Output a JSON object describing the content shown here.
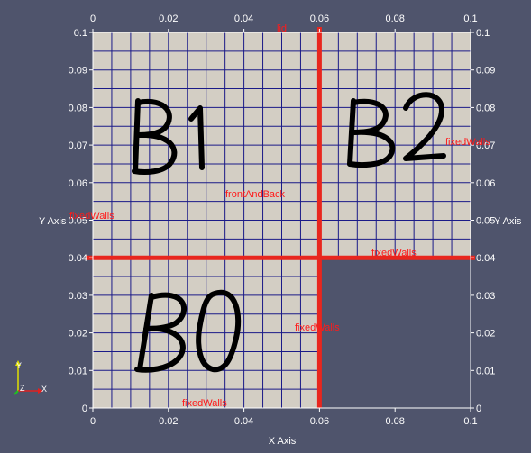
{
  "axes": {
    "x_title": "X Axis",
    "y_title_left": "Y Axis",
    "y_title_right": "Y Axis",
    "x_tick_labels": [
      "0",
      "0.02",
      "0.04",
      "0.06",
      "0.08",
      "0.1"
    ],
    "y_tick_labels": [
      "0",
      "0.01",
      "0.02",
      "0.03",
      "0.04",
      "0.05",
      "0.06",
      "0.07",
      "0.08",
      "0.09",
      "0.1"
    ]
  },
  "block_labels": {
    "b0": "B0",
    "b1": "B1",
    "b2": "B2"
  },
  "boundary_labels": {
    "lid": "lid",
    "front_and_back": "frontAndBack",
    "fixed_walls_left": "fixedWalls",
    "fixed_walls_right": "fixedWalls",
    "fixed_walls_mid_right": "fixedWalls",
    "fixed_walls_center": "fixedWalls",
    "fixed_walls_bottom": "fixedWalls"
  },
  "orientation_axes": {
    "x_label": "X",
    "y_label": "Y",
    "z_label": "Z"
  },
  "colors": {
    "background": "#4f546c",
    "mesh_fill": "#d3cec4",
    "mesh_lines": "#1a1a88",
    "block_edges": "#e8261e",
    "annotation_text": "#ff1a1a",
    "axis_text": "#ffffff",
    "block_label_stroke": "#000000"
  }
}
